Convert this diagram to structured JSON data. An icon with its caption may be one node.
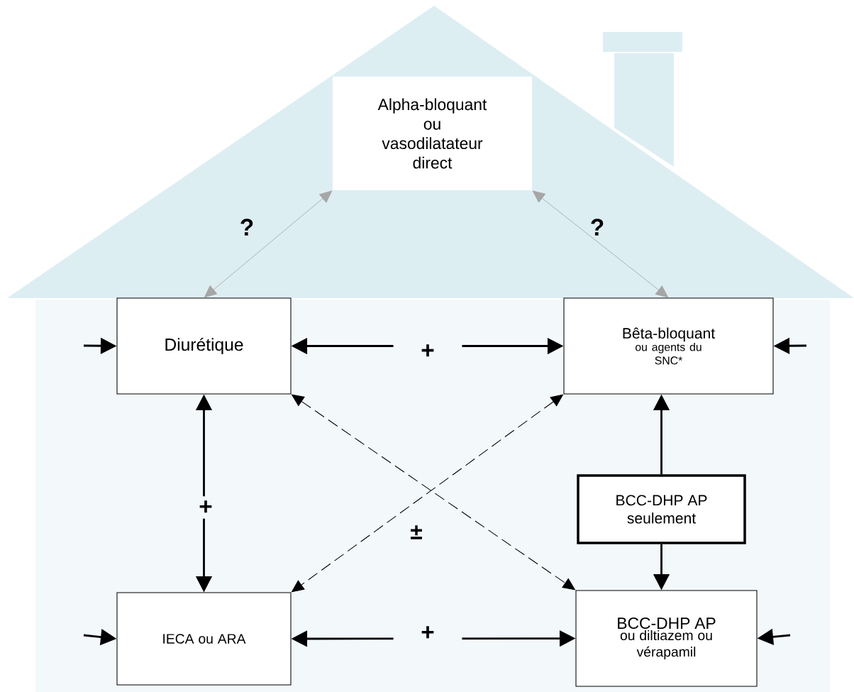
{
  "diagram": {
    "nodes": [
      {
        "text": [
          "Alpha-bloquant ou vasodilatateur direct"
        ]
      },
      {
        "text": [
          "Diurétique"
        ]
      },
      {
        "text": [
          "Bêta-bloquant",
          "ou agents du SNC*"
        ]
      },
      {
        "text": [
          "BCC-DHP AP seulement"
        ]
      },
      {
        "text": [
          "IECA ou ARA"
        ]
      },
      {
        "text": [
          "BCC-DHP AP",
          "ou diltiazem ou vérapamil"
        ]
      }
    ],
    "edges": [
      {
        "from": 0,
        "to": 1,
        "arrow": "both",
        "label": "?",
        "color": "#a6a6a6"
      },
      {
        "from": 0,
        "to": 2,
        "arrow": "both",
        "label": "?",
        "color": "#a6a6a6"
      },
      {
        "from": 1,
        "to": 2,
        "arrow": "both",
        "label": "+"
      },
      {
        "from": 3,
        "to": 2,
        "arrow": "to"
      },
      {
        "from": 3,
        "to": 5,
        "arrow": "to"
      },
      {
        "from": 1,
        "to": 4,
        "arrow": "both",
        "label": "+"
      },
      {
        "from": 4,
        "to": 5,
        "arrow": "both",
        "label": "+"
      },
      {
        "from": 1,
        "to": 5,
        "arrow": "both",
        "style": "dashed"
      },
      {
        "from": 2,
        "to": 4,
        "arrow": "both",
        "style": "dashed"
      },
      {
        "from": null,
        "to": 1,
        "arrow": "to"
      },
      {
        "from": null,
        "to": 2,
        "arrow": "to"
      },
      {
        "from": null,
        "to": 4,
        "arrow": "to"
      },
      {
        "from": null,
        "to": 5,
        "arrow": "to"
      }
    ],
    "labels": [
      "±"
    ]
  }
}
